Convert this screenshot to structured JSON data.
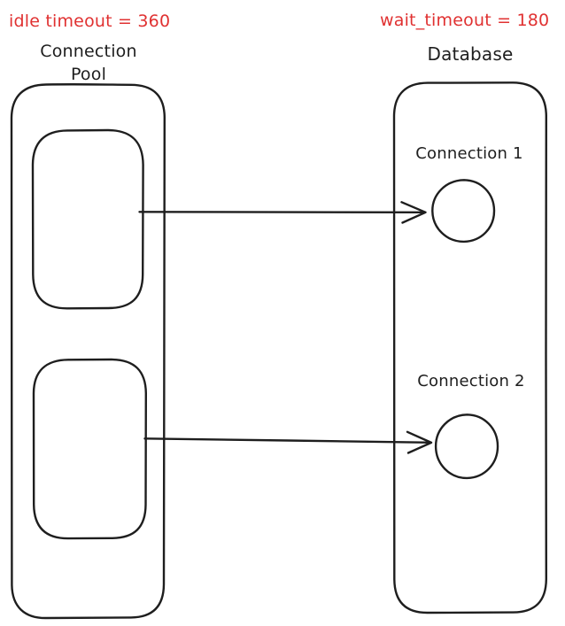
{
  "diagram": {
    "annotations": {
      "idle_timeout": "idle timeout = 360",
      "wait_timeout": "wait_timeout = 180"
    },
    "pool": {
      "title": "Connection\nPool"
    },
    "database": {
      "title": "Database",
      "connections": [
        {
          "label": "Connection 1"
        },
        {
          "label": "Connection 2"
        }
      ]
    },
    "colors": {
      "annotation_red": "#e03131",
      "stroke_black": "#1e1e1e",
      "background": "#ffffff"
    }
  }
}
